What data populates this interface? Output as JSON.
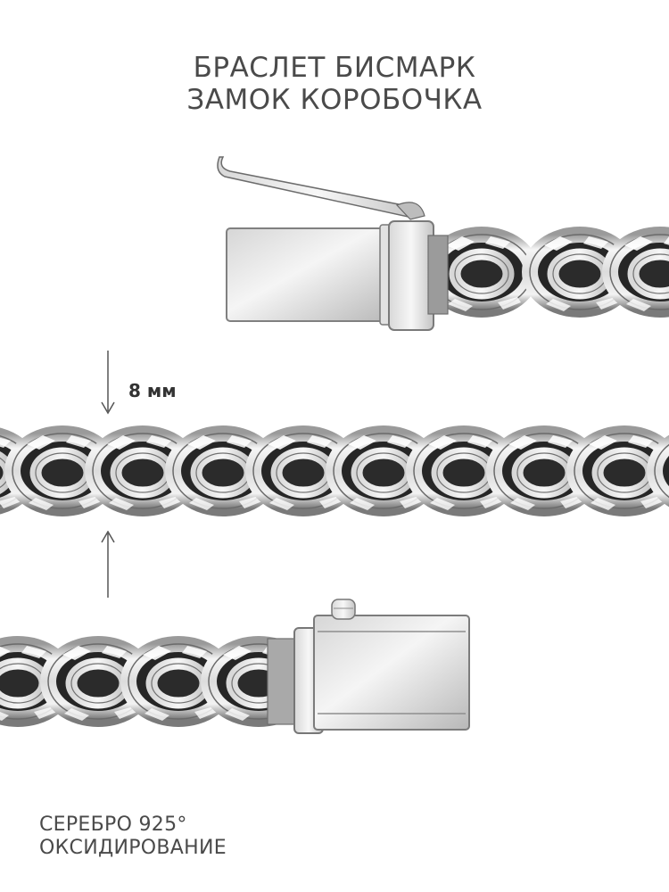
{
  "title": {
    "line1": "БРАСЛЕТ БИСМАРК",
    "line2": "ЗАМОК КОРОБОЧКА"
  },
  "dimension": {
    "label": "8 мм"
  },
  "material": {
    "line1": "СЕРЕБРО 925°",
    "line2": "ОКСИДИРОВАНИЕ"
  },
  "colors": {
    "text": "#4a4a4a",
    "arrow": "#555555",
    "silver_light": "#f4f4f4",
    "silver_mid": "#c9c9c9",
    "silver_dark": "#6f6f6f",
    "oxidized": "#1f1f1f"
  },
  "icons": {
    "dimension_arrows": "arrow-down-up-icon",
    "clasp": "box-clasp-icon"
  }
}
